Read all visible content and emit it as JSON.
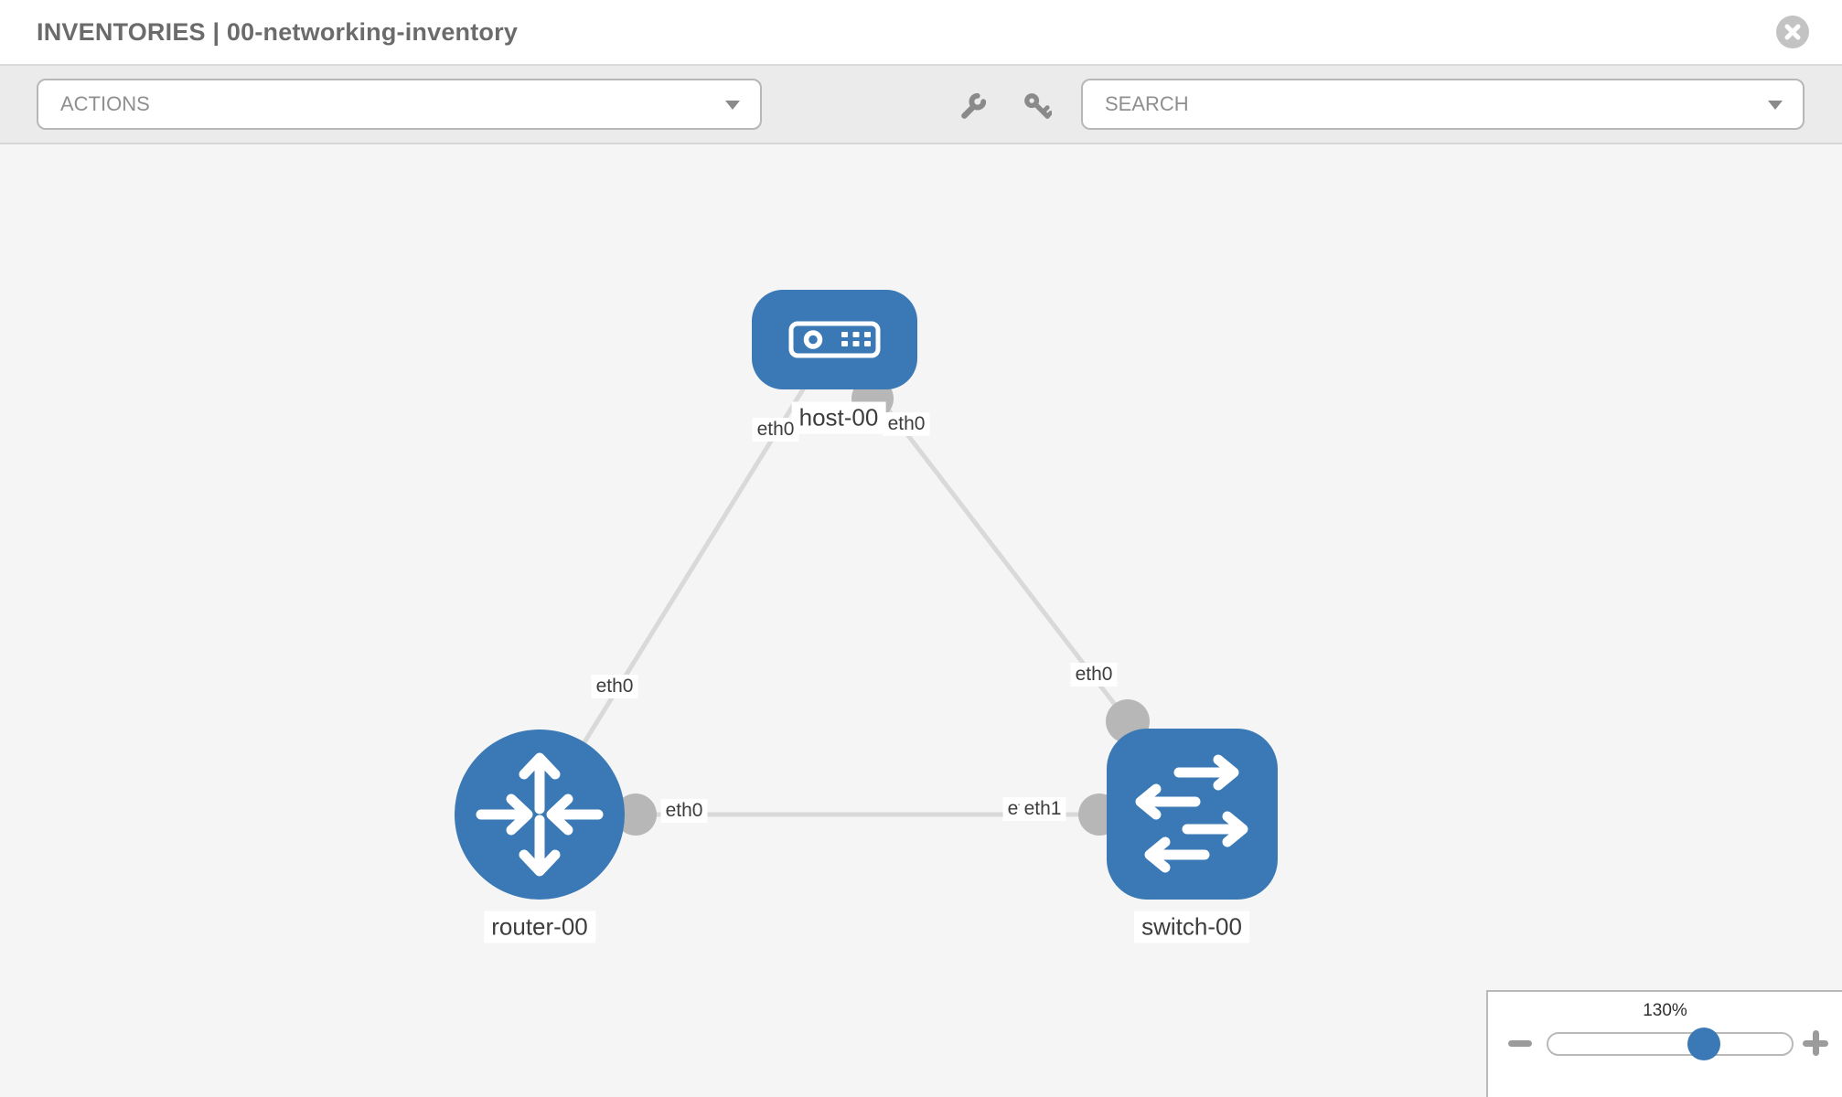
{
  "window": {
    "title": "INVENTORIES | 00-networking-inventory"
  },
  "toolbar": {
    "actions_placeholder": "ACTIONS",
    "search_placeholder": "SEARCH"
  },
  "diagram": {
    "nodes": {
      "host": {
        "label": "host-00",
        "type": "host"
      },
      "router": {
        "label": "router-00",
        "type": "router"
      },
      "switch": {
        "label": "switch-00",
        "type": "switch"
      }
    },
    "edges": [
      {
        "from": "host-00",
        "to": "router-00",
        "from_interface": "eth0",
        "to_interface": "eth0"
      },
      {
        "from": "host-00",
        "to": "switch-00",
        "from_interface": "eth0",
        "to_interface": "eth0"
      },
      {
        "from": "router-00",
        "to": "switch-00",
        "from_interface": "eth0",
        "to_interface": "eth1"
      }
    ]
  },
  "zoom_control": {
    "level": "130%"
  },
  "colors": {
    "node_blue": "#3a79b5",
    "connector_gray": "#b7b7b7",
    "edge_gray": "#d9d9d9",
    "canvas_bg": "#f5f5f5",
    "toolbar_bg": "#ebebeb"
  }
}
